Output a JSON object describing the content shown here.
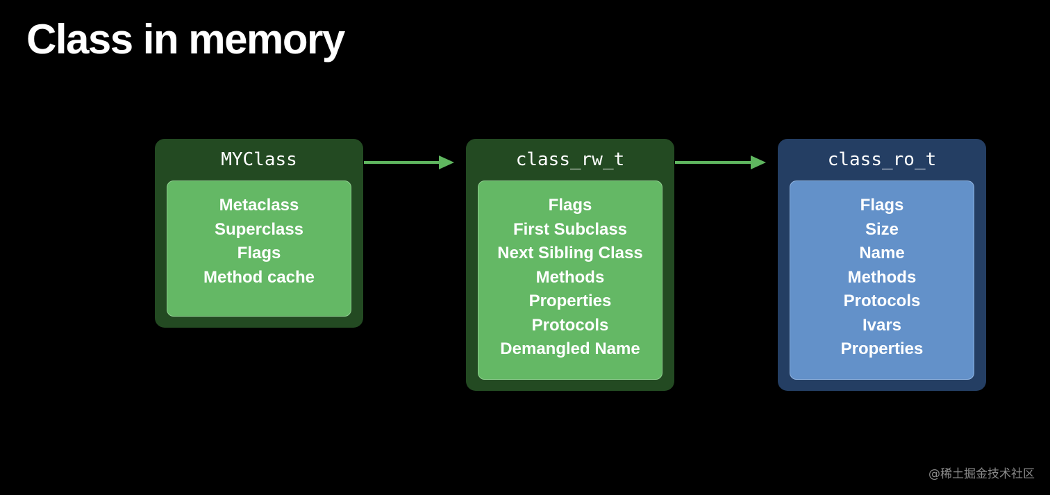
{
  "slide": {
    "title": "Class in memory"
  },
  "diagram": {
    "nodes": [
      {
        "id": "myclass",
        "header": "MYClass",
        "fields": [
          "Metaclass",
          "Superclass",
          "Flags",
          "Method cache"
        ]
      },
      {
        "id": "class_rw_t",
        "header": "class_rw_t",
        "fields": [
          "Flags",
          "First Subclass",
          "Next Sibling Class",
          "Methods",
          "Properties",
          "Protocols",
          "Demangled Name"
        ]
      },
      {
        "id": "class_ro_t",
        "header": "class_ro_t",
        "fields": [
          "Flags",
          "Size",
          "Name",
          "Methods",
          "Protocols",
          "Ivars",
          "Properties"
        ]
      }
    ],
    "edges": [
      {
        "from": "MYClass",
        "to": "class_rw_t"
      },
      {
        "from": "class_rw_t",
        "to": "class_ro_t"
      }
    ],
    "colors": {
      "background": "#000000",
      "green_outer": "#234a22",
      "green_inner": "#64b865",
      "blue_outer": "#243e63",
      "blue_inner": "#6391c9",
      "arrow": "#5fb65f"
    }
  },
  "watermark": "@稀土掘金技术社区"
}
